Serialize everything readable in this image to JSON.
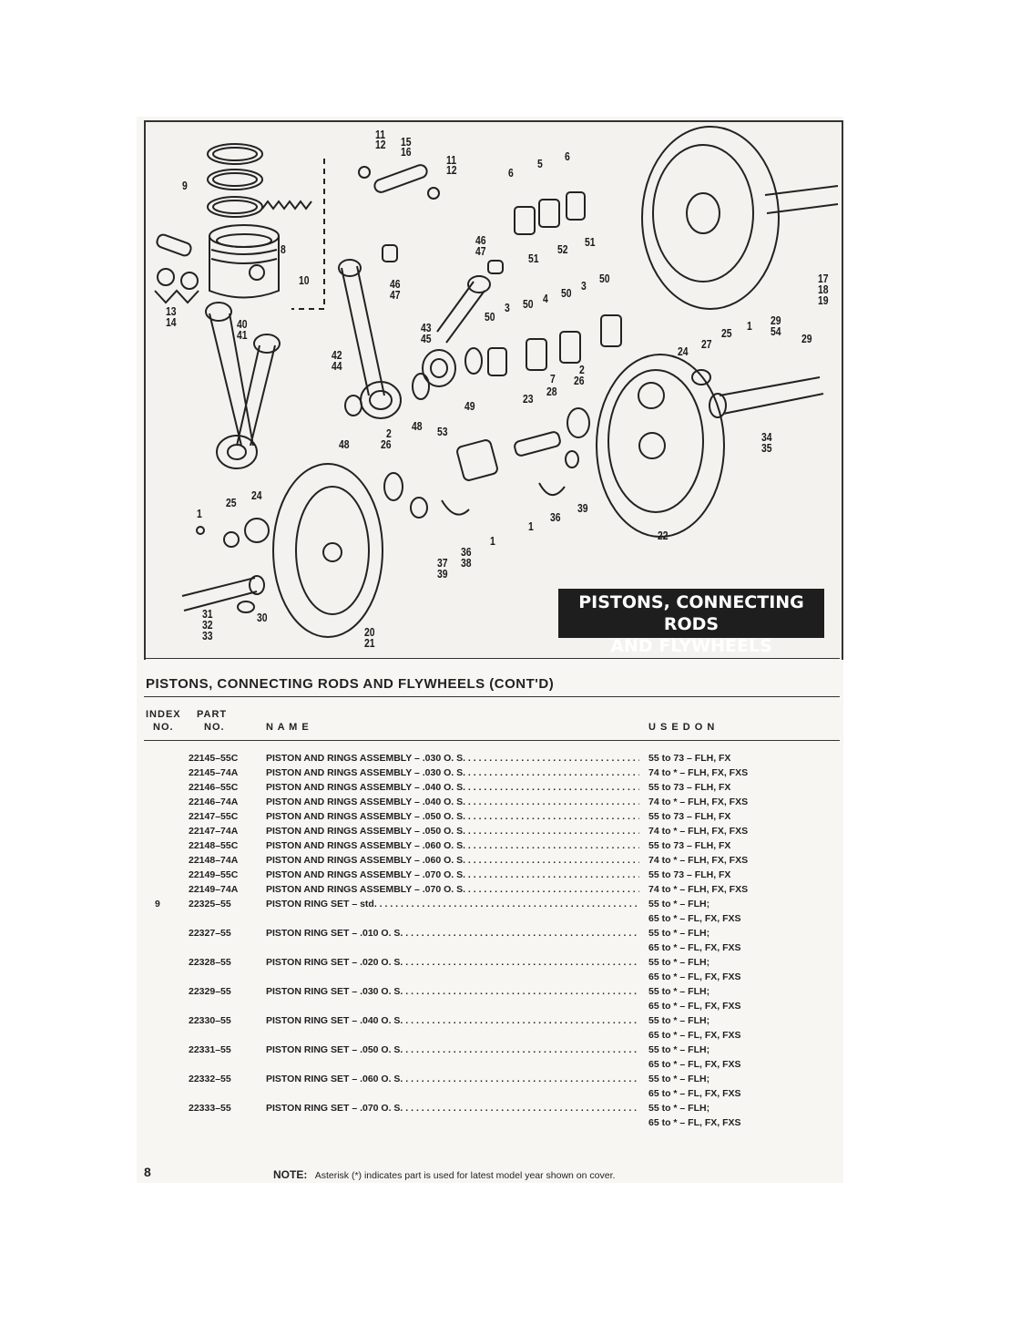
{
  "callouts": [
    {
      "id": "c-9",
      "text": "9"
    },
    {
      "id": "c-11a",
      "text": "11"
    },
    {
      "id": "c-12a",
      "text": "12"
    },
    {
      "id": "c-15",
      "text": "15"
    },
    {
      "id": "c-16",
      "text": "16"
    },
    {
      "id": "c-11b",
      "text": "11"
    },
    {
      "id": "c-12b",
      "text": "12"
    },
    {
      "id": "c-6a",
      "text": "6"
    },
    {
      "id": "c-5",
      "text": "5"
    },
    {
      "id": "c-6b",
      "text": "6"
    },
    {
      "id": "c-8",
      "text": "8"
    },
    {
      "id": "c-10",
      "text": "10"
    },
    {
      "id": "c-46a",
      "text": "46"
    },
    {
      "id": "c-47a",
      "text": "47"
    },
    {
      "id": "c-51a",
      "text": "51"
    },
    {
      "id": "c-52",
      "text": "52"
    },
    {
      "id": "c-51b",
      "text": "51"
    },
    {
      "id": "c-46b",
      "text": "46"
    },
    {
      "id": "c-47b",
      "text": "47"
    },
    {
      "id": "c-17",
      "text": "17"
    },
    {
      "id": "c-18",
      "text": "18"
    },
    {
      "id": "c-19",
      "text": "19"
    },
    {
      "id": "c-13",
      "text": "13"
    },
    {
      "id": "c-14",
      "text": "14"
    },
    {
      "id": "c-40",
      "text": "40"
    },
    {
      "id": "c-41",
      "text": "41"
    },
    {
      "id": "c-42",
      "text": "42"
    },
    {
      "id": "c-44",
      "text": "44"
    },
    {
      "id": "c-43",
      "text": "43"
    },
    {
      "id": "c-45",
      "text": "45"
    },
    {
      "id": "c-50a",
      "text": "50"
    },
    {
      "id": "c-3a",
      "text": "3"
    },
    {
      "id": "c-50b",
      "text": "50"
    },
    {
      "id": "c-4",
      "text": "4"
    },
    {
      "id": "c-50c",
      "text": "50"
    },
    {
      "id": "c-3b",
      "text": "3"
    },
    {
      "id": "c-50d",
      "text": "50"
    },
    {
      "id": "c-25a",
      "text": "25"
    },
    {
      "id": "c-1a",
      "text": "1"
    },
    {
      "id": "c-29a",
      "text": "29"
    },
    {
      "id": "c-54",
      "text": "54"
    },
    {
      "id": "c-24a",
      "text": "24"
    },
    {
      "id": "c-27",
      "text": "27"
    },
    {
      "id": "c-29b",
      "text": "29"
    },
    {
      "id": "c-7",
      "text": "7"
    },
    {
      "id": "c-28",
      "text": "28"
    },
    {
      "id": "c-2a",
      "text": "2"
    },
    {
      "id": "c-26a",
      "text": "26"
    },
    {
      "id": "c-23",
      "text": "23"
    },
    {
      "id": "c-49",
      "text": "49"
    },
    {
      "id": "c-48a",
      "text": "48"
    },
    {
      "id": "c-48b",
      "text": "48"
    },
    {
      "id": "c-2b",
      "text": "2"
    },
    {
      "id": "c-26b",
      "text": "26"
    },
    {
      "id": "c-53",
      "text": "53"
    },
    {
      "id": "c-34",
      "text": "34"
    },
    {
      "id": "c-35",
      "text": "35"
    },
    {
      "id": "c-39a",
      "text": "39"
    },
    {
      "id": "c-36a",
      "text": "36"
    },
    {
      "id": "c-1b",
      "text": "1"
    },
    {
      "id": "c-22",
      "text": "22"
    },
    {
      "id": "c-25b",
      "text": "25"
    },
    {
      "id": "c-24b",
      "text": "24"
    },
    {
      "id": "c-1c",
      "text": "1"
    },
    {
      "id": "c-36b",
      "text": "36"
    },
    {
      "id": "c-38",
      "text": "38"
    },
    {
      "id": "c-1d",
      "text": "1"
    },
    {
      "id": "c-37",
      "text": "37"
    },
    {
      "id": "c-39b",
      "text": "39"
    },
    {
      "id": "c-31",
      "text": "31"
    },
    {
      "id": "c-32",
      "text": "32"
    },
    {
      "id": "c-33",
      "text": "33"
    },
    {
      "id": "c-30",
      "text": "30"
    },
    {
      "id": "c-20",
      "text": "20"
    },
    {
      "id": "c-21",
      "text": "21"
    }
  ],
  "banner": {
    "line1": "PISTONS, CONNECTING RODS",
    "line2": "AND FLYWHEELS"
  },
  "section_title": "PISTONS, CONNECTING RODS AND FLYWHEELS (CONT'D)",
  "headers": {
    "index_top": "INDEX",
    "index_bottom": "NO.",
    "part_top": "PART",
    "part_bottom": "NO.",
    "name": "N A M E",
    "used_on": "U S E D   O N"
  },
  "rows": [
    {
      "index": "",
      "part": "22145–55C",
      "name": "PISTON AND RINGS ASSEMBLY – .030 O. S.",
      "used": [
        "55 to 73 – FLH, FX"
      ]
    },
    {
      "index": "",
      "part": "22145–74A",
      "name": "PISTON AND RINGS ASSEMBLY – .030 O. S.",
      "used": [
        "74 to * – FLH, FX, FXS"
      ]
    },
    {
      "index": "",
      "part": "22146–55C",
      "name": "PISTON AND RINGS ASSEMBLY – .040 O. S.",
      "used": [
        "55 to 73 – FLH, FX"
      ]
    },
    {
      "index": "",
      "part": "22146–74A",
      "name": "PISTON AND RINGS ASSEMBLY – .040 O. S.",
      "used": [
        "74 to * – FLH, FX, FXS"
      ]
    },
    {
      "index": "",
      "part": "22147–55C",
      "name": "PISTON AND RINGS ASSEMBLY – .050 O. S.",
      "used": [
        "55 to 73 – FLH, FX"
      ]
    },
    {
      "index": "",
      "part": "22147–74A",
      "name": "PISTON AND RINGS ASSEMBLY – .050 O. S.",
      "used": [
        "74 to * – FLH, FX, FXS"
      ]
    },
    {
      "index": "",
      "part": "22148–55C",
      "name": "PISTON AND RINGS ASSEMBLY – .060 O. S.",
      "used": [
        "55 to 73 – FLH, FX"
      ]
    },
    {
      "index": "",
      "part": "22148–74A",
      "name": "PISTON AND RINGS ASSEMBLY – .060 O. S.",
      "used": [
        "74 to * – FLH, FX, FXS"
      ]
    },
    {
      "index": "",
      "part": "22149–55C",
      "name": "PISTON AND RINGS ASSEMBLY – .070 O. S.",
      "used": [
        "55 to 73 – FLH, FX"
      ]
    },
    {
      "index": "",
      "part": "22149–74A",
      "name": "PISTON AND RINGS ASSEMBLY – .070 O. S.",
      "used": [
        "74 to * – FLH, FX, FXS"
      ]
    },
    {
      "index": "9",
      "part": "22325–55",
      "name": "PISTON RING SET – std.",
      "used": [
        "55 to * – FLH;",
        "65 to * – FL, FX, FXS"
      ]
    },
    {
      "index": "",
      "part": "22327–55",
      "name": "PISTON RING SET – .010 O. S.",
      "used": [
        "55 to * – FLH;",
        "65 to * – FL, FX, FXS"
      ]
    },
    {
      "index": "",
      "part": "22328–55",
      "name": "PISTON RING SET – .020 O. S.",
      "used": [
        "55 to * – FLH;",
        "65 to * – FL, FX, FXS"
      ]
    },
    {
      "index": "",
      "part": "22329–55",
      "name": "PISTON RING SET – .030 O. S.",
      "used": [
        "55 to * – FLH;",
        "65 to * – FL, FX, FXS"
      ]
    },
    {
      "index": "",
      "part": "22330–55",
      "name": "PISTON RING SET – .040 O. S.",
      "used": [
        "55 to * – FLH;",
        "65 to * – FL, FX, FXS"
      ]
    },
    {
      "index": "",
      "part": "22331–55",
      "name": "PISTON RING SET – .050 O. S.",
      "used": [
        "55 to * – FLH;",
        "65 to * – FL, FX, FXS"
      ]
    },
    {
      "index": "",
      "part": "22332–55",
      "name": "PISTON RING SET – .060 O. S.",
      "used": [
        "55 to * – FLH;",
        "65 to * – FL, FX, FXS"
      ]
    },
    {
      "index": "",
      "part": "22333–55",
      "name": "PISTON RING SET – .070 O. S.",
      "used": [
        "55 to * – FLH;",
        "65 to * – FL, FX, FXS"
      ]
    }
  ],
  "page_number": "8",
  "note": {
    "label": "NOTE:",
    "text": "Asterisk (*) indicates part is used for latest model year shown on cover."
  }
}
